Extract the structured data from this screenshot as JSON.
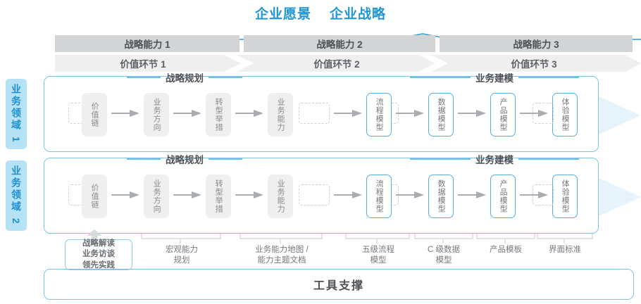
{
  "title": {
    "vision": "企业愿景",
    "strategy": "企业战略"
  },
  "colors": {
    "accent_blue": "#2196d5",
    "line_blue": "#7ec4e6",
    "band_blue": "#e8f4fb",
    "tag_fill": "#b5e2f5",
    "cap_bar_grey": "#d2d4d5",
    "val_bar_grey": "#efefef",
    "stage_grey": "#efefef",
    "text_dark": "#4d5156",
    "text_grey": "#87898c"
  },
  "capability_bar": [
    {
      "label": "战略能力 1"
    },
    {
      "label": "战略能力 2"
    },
    {
      "label": "战略能力 3"
    }
  ],
  "value_chain_bar": [
    {
      "label": "价值环节 1"
    },
    {
      "label": "价值环节 2"
    },
    {
      "label": "价值环节 3"
    }
  ],
  "domains": [
    {
      "label": "业务领域 1"
    },
    {
      "label": "业务领域 2"
    }
  ],
  "sections": [
    {
      "label": "战略规划"
    },
    {
      "label": "业务建模"
    }
  ],
  "stages": [
    {
      "label": "价值链",
      "style": "grey"
    },
    {
      "label": "业务方向",
      "style": "grey"
    },
    {
      "label": "转型举措",
      "style": "grey"
    },
    {
      "label": "业务能力",
      "style": "grey"
    },
    {
      "label": "流程模型",
      "style": "blue"
    },
    {
      "label": "数据模型",
      "style": "blue"
    },
    {
      "label": "产品模型",
      "style": "blue"
    },
    {
      "label": "体验模型",
      "style": "blue"
    }
  ],
  "tools": {
    "boxed": {
      "lines": [
        "战略解读",
        "业务访谈",
        "领先实践"
      ]
    },
    "labels": [
      {
        "lines": [
          "宏观能力",
          "规划"
        ]
      },
      {
        "lines": [
          "业务能力地图 /",
          "能力主题文档"
        ]
      },
      {
        "lines": [
          "五级流程",
          "模型"
        ]
      },
      {
        "lines": [
          "C 级数据",
          "模型"
        ]
      },
      {
        "lines": [
          "产品模板"
        ]
      },
      {
        "lines": [
          "界面标准"
        ]
      }
    ]
  },
  "footer": {
    "label": "工具支撑"
  }
}
